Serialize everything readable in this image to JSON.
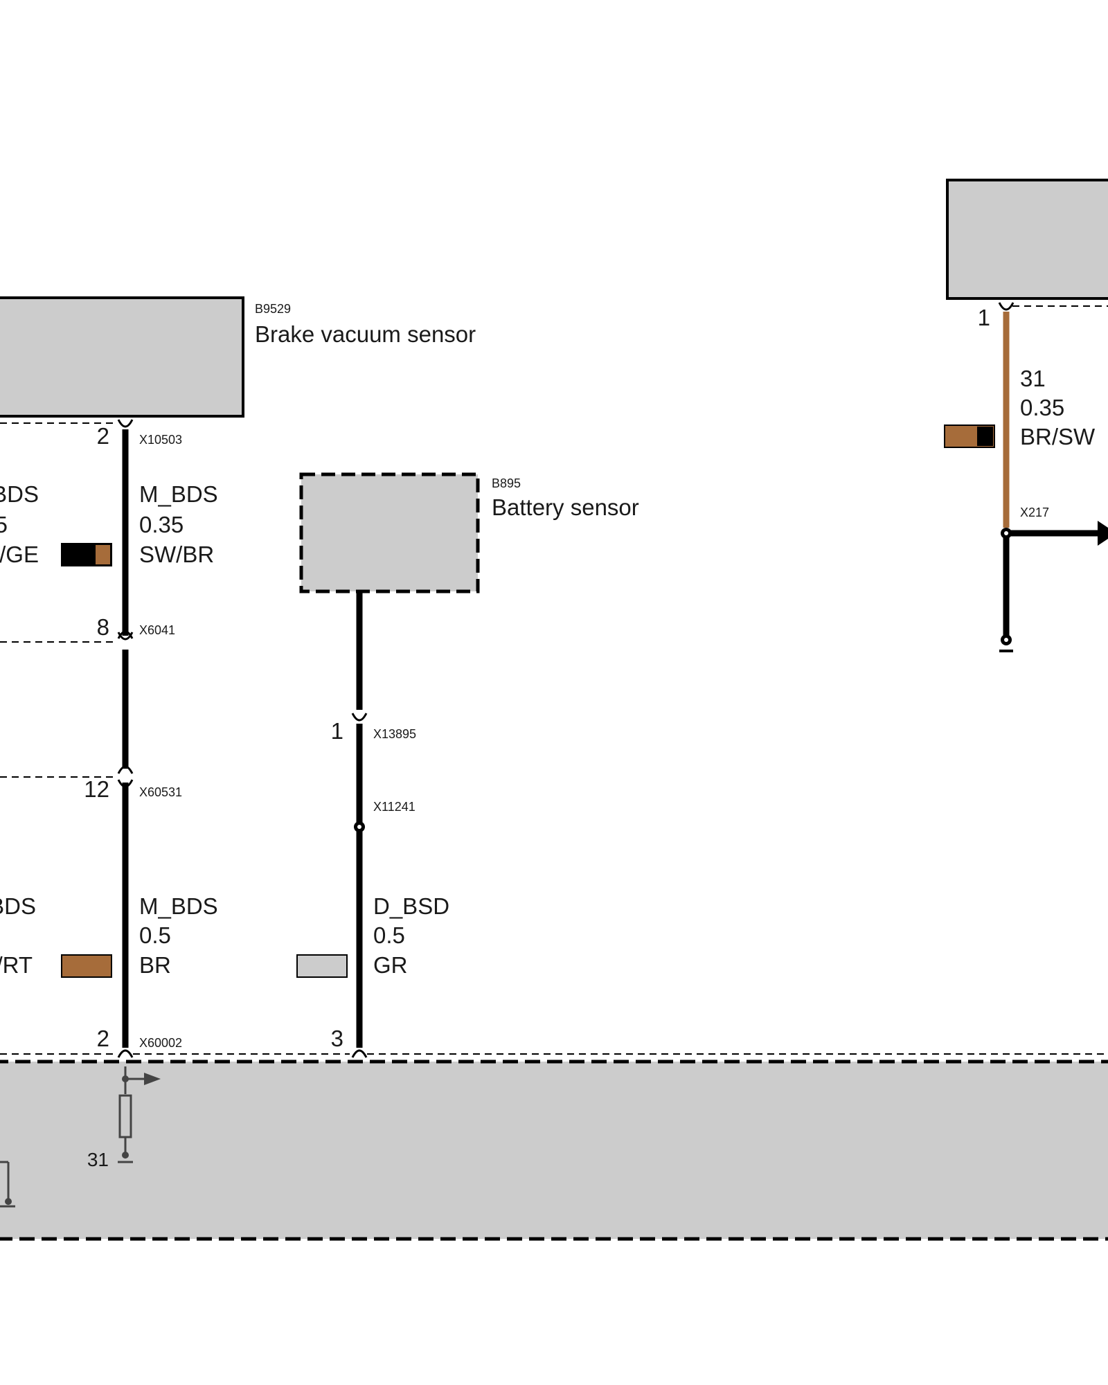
{
  "components": {
    "brake_vacuum_sensor": {
      "code": "B9529",
      "name": "Brake vacuum sensor"
    },
    "battery_sensor": {
      "code": "B895",
      "name": "Battery sensor"
    }
  },
  "colors": {
    "component_fill": "#cccccc",
    "wire_black": "#000000",
    "wire_brown": "#a66c3a",
    "wire_grey": "#cccccc"
  },
  "pins": {
    "bvs_top": "2",
    "bvs_x6041": "8",
    "bvs_x60531": "12",
    "bvs_bottom": "2",
    "bat_top": "1",
    "bat_bottom": "3",
    "right_top": "1",
    "ground_label": "31"
  },
  "connectors": {
    "x10503": "X10503",
    "x6041": "X6041",
    "x60531": "X60531",
    "x60002": "X60002",
    "x13895": "X13895",
    "x11241": "X11241",
    "x217": "X217"
  },
  "wires": {
    "left_upper": {
      "name": "BDS",
      "size": "5",
      "color": "/GE"
    },
    "left_lower": {
      "name": "BDS",
      "color": "/RT"
    },
    "m_bds_upper": {
      "name": "M_BDS",
      "size": "0.35",
      "color": "SW/BR"
    },
    "m_bds_lower": {
      "name": "M_BDS",
      "size": "0.5",
      "color": "BR"
    },
    "d_bsd": {
      "name": "D_BSD",
      "size": "0.5",
      "color": "GR"
    },
    "right_31": {
      "name": "31",
      "size": "0.35",
      "color": "BR/SW"
    }
  }
}
